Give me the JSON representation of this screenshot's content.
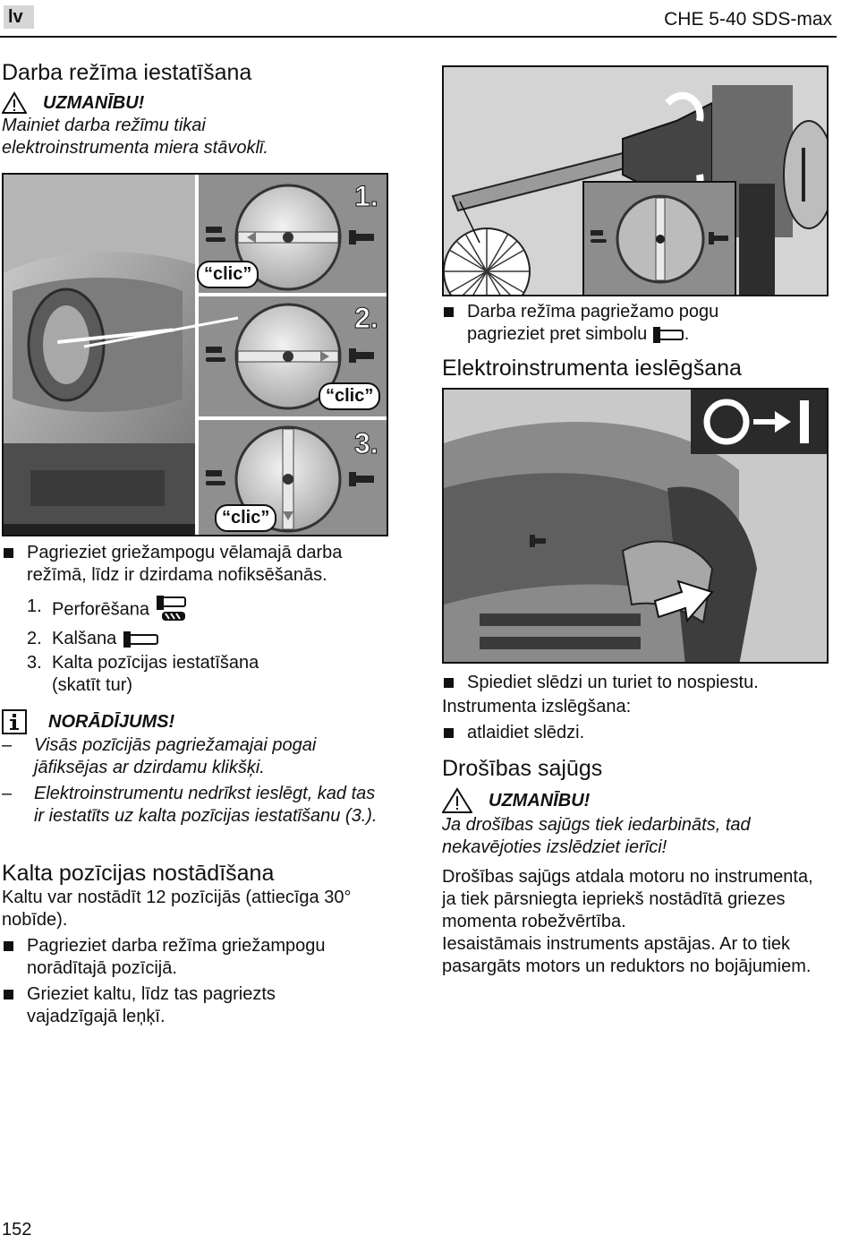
{
  "header": {
    "language_tag": "lv",
    "model": "CHE 5-40 SDS-max"
  },
  "mode_section": {
    "title": "Darba režīma iestatīšana",
    "caution_label": "UZMANĪBU!",
    "caution_text": "Mainiet darba režīmu tikai elektroinstrumenta miera stāvoklī.",
    "figure": {
      "step_numbers": [
        "1.",
        "2.",
        "3."
      ],
      "clic_label": "“clic”"
    },
    "instruction": "Pagrieziet griežampogu vēlamajā darba režīmā, līdz ir dzirdama nofiksēšanās.",
    "modes": [
      {
        "num": "1.",
        "label": "Perforēšana",
        "icon": "drill-hammer-icon"
      },
      {
        "num": "2.",
        "label": "Kalšana",
        "icon": "chisel-icon"
      },
      {
        "num": "3.",
        "label": "Kalta pozīcijas iestatīšana (skatīt tur)",
        "icon": ""
      }
    ],
    "note_label": "NORĀDĪJUMS!",
    "notes": [
      "Visās pozīcijās pagriežamajai pogai jāfiksējas ar dzirdamu klikšķi.",
      "Elektroinstrumentu nedrīkst ieslēgt, kad tas ir iestatīts uz kalta pozīcijas iestatīšanu (3.)."
    ]
  },
  "chisel_section": {
    "title": "Kalta pozīcijas nostādīšana",
    "intro": "Kaltu var nostādīt 12 pozīcijās (attiecīga 30° nobīde).",
    "steps": [
      "Pagrieziet darba režīma griežampogu norādītajā pozīcijā.",
      "Grieziet kaltu, līdz tas pagriezts vajadzīgajā leņķī."
    ]
  },
  "right_top": {
    "step_text": "Darba režīma pagriežamo pogu pagrieziet pret simbolu",
    "step_end": "."
  },
  "switch_section": {
    "title": "Elektroinstrumenta ieslēgšana",
    "step_on": "Spiediet slēdzi un turiet to nospiestu.",
    "off_heading": "Instrumenta izslēgšana:",
    "step_off": "atlaidiet slēdzi."
  },
  "clutch_section": {
    "title": "Drošības sajūgs",
    "caution_label": "UZMANĪBU!",
    "caution_text": "Ja drošības sajūgs tiek iedarbināts, tad nekavējoties izslēdziet ierīci!",
    "body_1": "Drošības sajūgs atdala motoru no instrumenta, ja tiek pārsniegta iepriekš nostādītā griezes momenta robežvērtība.",
    "body_2": "Iesaistāmais instruments apstājas. Ar to tiek pasargāts motors un reduktors no bojājumiem."
  },
  "footer": {
    "page_number": "152"
  }
}
